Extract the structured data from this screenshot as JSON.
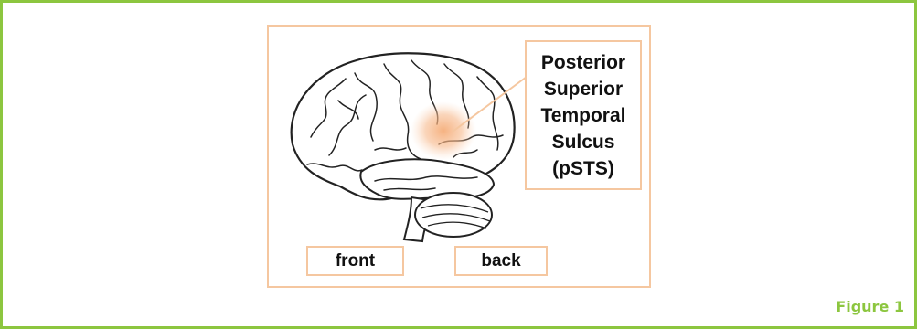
{
  "diagram": {
    "region_label_lines": [
      "Posterior",
      "Superior",
      "Temporal",
      "Sulcus",
      "(pSTS)"
    ],
    "front_label": "front",
    "back_label": "back",
    "figure_caption": "Figure 1",
    "colors": {
      "frame_border": "#8cc63f",
      "panel_border": "#f5c7a0",
      "highlight": "#f7b98c",
      "outline": "#222222",
      "caption": "#8cc63f"
    }
  }
}
